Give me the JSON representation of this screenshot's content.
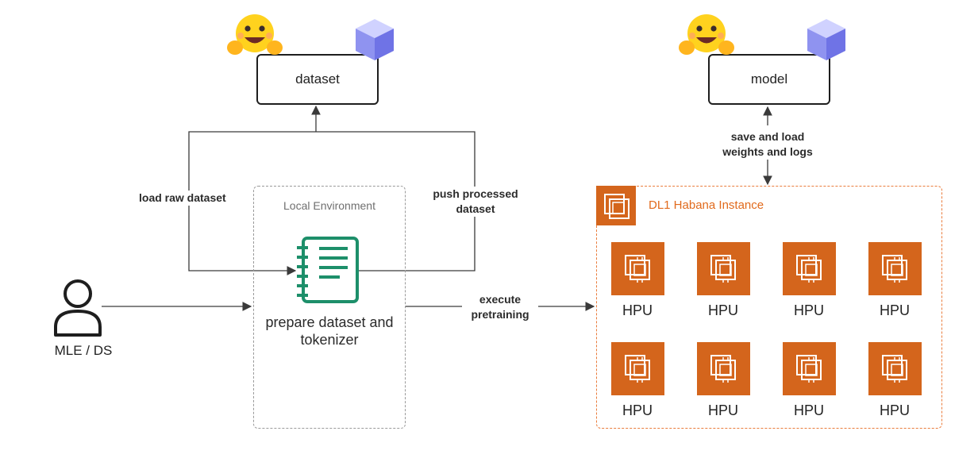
{
  "hub_dataset": {
    "label": "dataset",
    "face_icon": "hugging-face-emoji",
    "cube_icon": "hub-cube"
  },
  "hub_model": {
    "label": "model",
    "face_icon": "hugging-face-emoji",
    "cube_icon": "hub-cube"
  },
  "user": {
    "label": "MLE / DS",
    "icon": "person-icon"
  },
  "local_env": {
    "title": "Local Environment",
    "task_label": "prepare dataset and tokenizer",
    "icon": "notebook-icon"
  },
  "edges": {
    "load_raw": "load raw dataset",
    "push_processed_1": "push processed",
    "push_processed_2": "dataset",
    "save_load_1": "save and load",
    "save_load_2": "weights and logs",
    "execute_1": "execute",
    "execute_2": "pretraining"
  },
  "instance": {
    "title": "DL1 Habana Instance",
    "icon": "ec2-chip-icon",
    "units": [
      "HPU",
      "HPU",
      "HPU",
      "HPU",
      "HPU",
      "HPU",
      "HPU",
      "HPU"
    ]
  },
  "colors": {
    "aws_orange": "#d4651c",
    "border_dark": "#1e1e1e",
    "dashed_gray": "#9a9a9a",
    "arrow": "#3a3a3a"
  }
}
